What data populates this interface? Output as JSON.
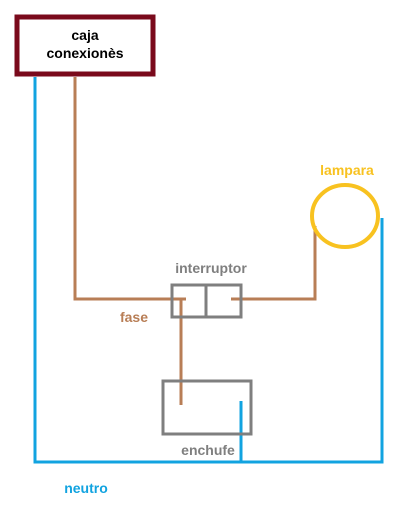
{
  "labels": {
    "junction_box": [
      "caja",
      "conexionès"
    ],
    "switch": "interruptor",
    "lamp": "lampara",
    "phase": "fase",
    "outlet": "enchufe",
    "neutral": "neutro"
  },
  "colors": {
    "junction_box_border": "#7a0a1c",
    "phase_wire": "#b87e56",
    "neutral_wire": "#11a3e0",
    "component_border": "#7f7f7f",
    "lamp": "#f8c220",
    "phase_text": "#b87e56",
    "neutral_text": "#11a3e0",
    "lamp_text": "#f8c220",
    "gray_text": "#7f7f7f"
  }
}
